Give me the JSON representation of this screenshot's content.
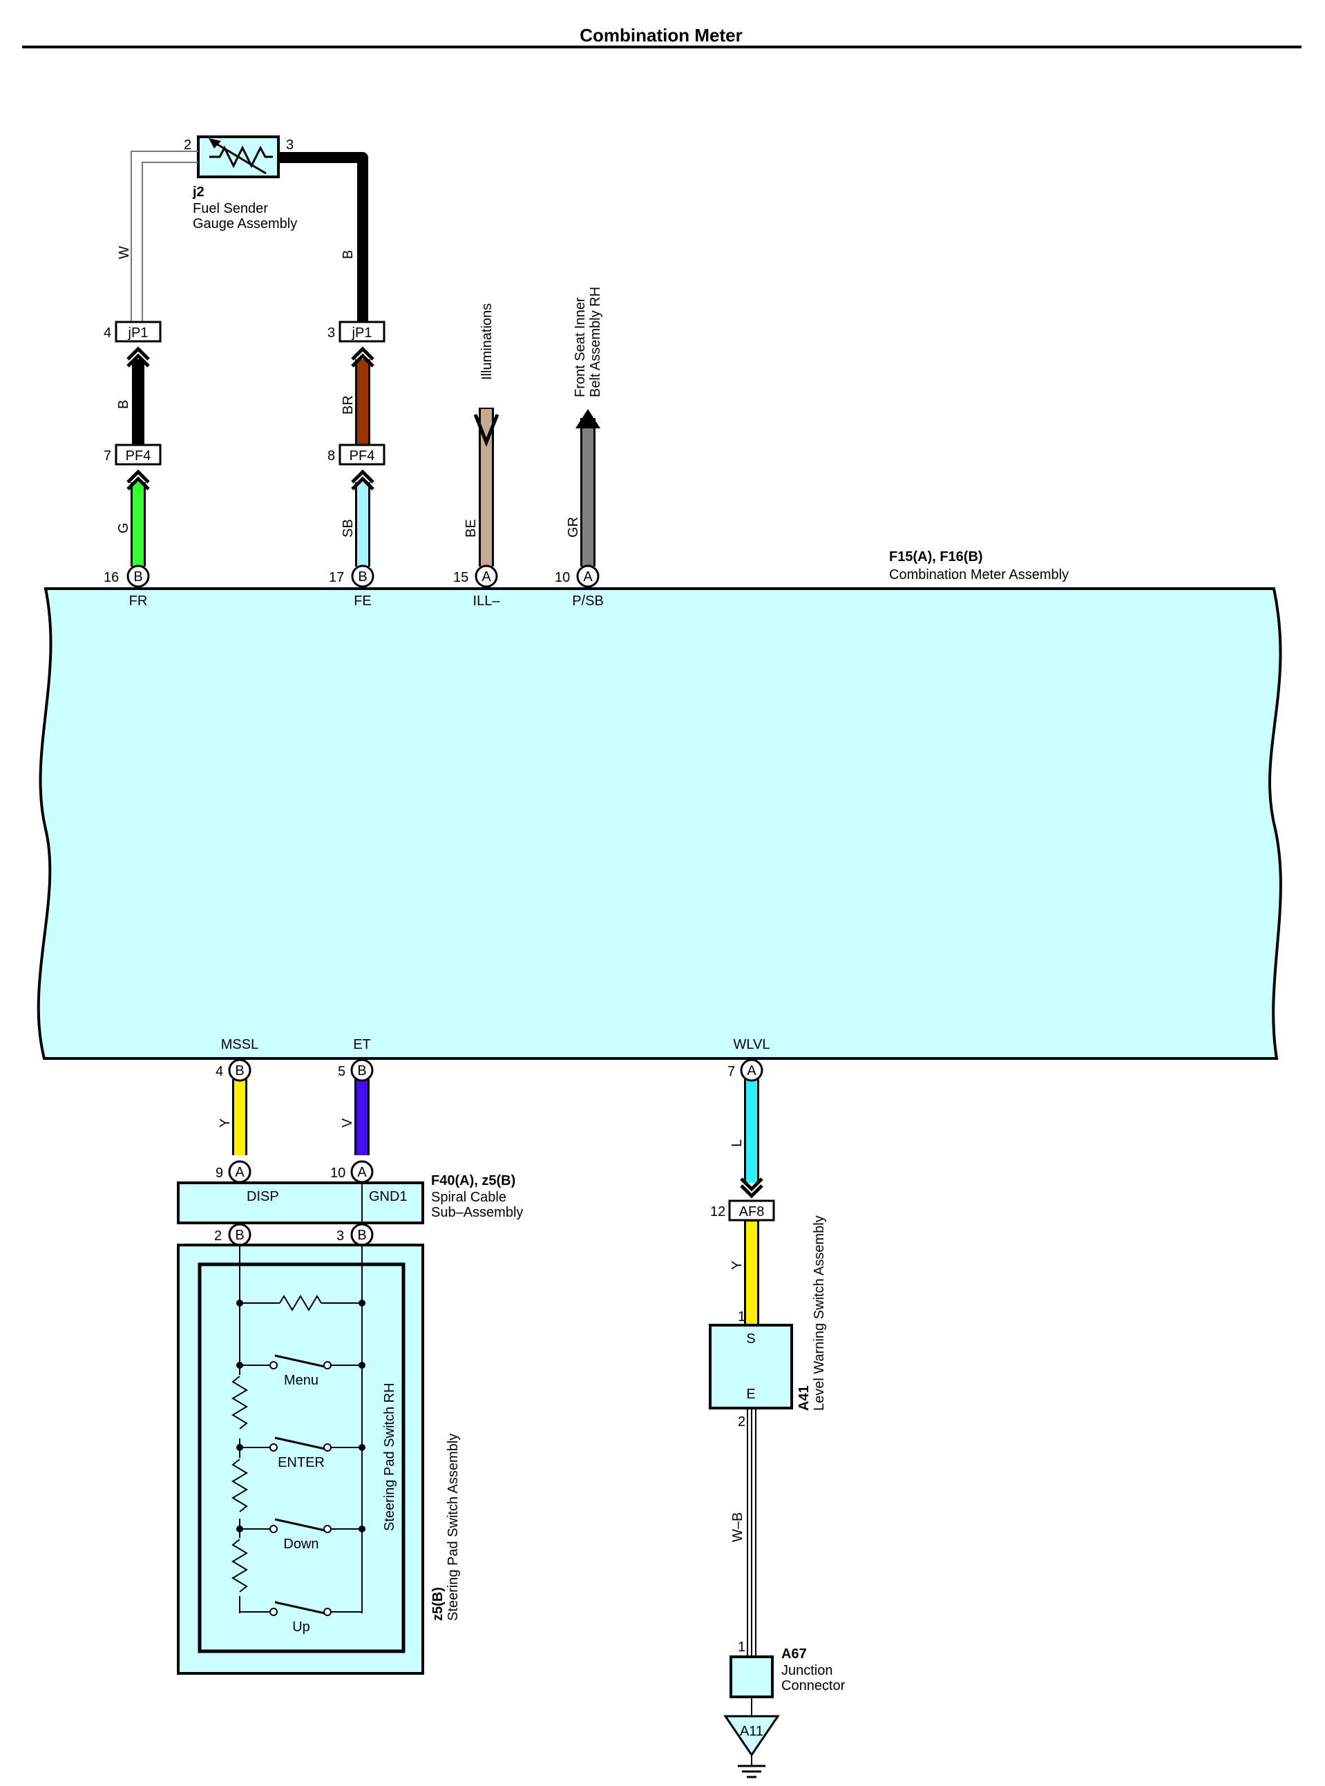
{
  "title": "Combination Meter",
  "meter": {
    "code": "F15(A), F16(B)",
    "name": "Combination Meter Assembly",
    "fill": "#ccffff",
    "terminals": {
      "fr": {
        "label": "FR",
        "pin": "16",
        "conn": "B"
      },
      "fe": {
        "label": "FE",
        "pin": "17",
        "conn": "B"
      },
      "ill": {
        "label": "ILL–",
        "pin": "15",
        "conn": "A"
      },
      "psb": {
        "label": "P/SB",
        "pin": "10",
        "conn": "A"
      },
      "mssl": {
        "label": "MSSL",
        "pin": "4",
        "conn": "B"
      },
      "et": {
        "label": "ET",
        "pin": "5",
        "conn": "B"
      },
      "wlvl": {
        "label": "WLVL",
        "pin": "7",
        "conn": "A"
      }
    }
  },
  "fuel_sender": {
    "code": "j2",
    "name_line1": "Fuel Sender",
    "name_line2": "Gauge Assembly",
    "pin_left": "2",
    "pin_right": "3"
  },
  "connectors": {
    "jp1": {
      "name": "jP1",
      "pin_left": "4",
      "pin_right": "3"
    },
    "pf4": {
      "name": "PF4",
      "pin_left": "7",
      "pin_right": "8"
    },
    "af8": {
      "name": "AF8",
      "pin": "12"
    }
  },
  "wires": {
    "w_upper_left": {
      "code": "W",
      "color": "#ffffff"
    },
    "b_upper_right": {
      "code": "B",
      "color": "#000000"
    },
    "b_mid_left": {
      "code": "B",
      "color": "#000000"
    },
    "br_mid_right": {
      "code": "BR",
      "color": "#993300"
    },
    "g": {
      "code": "G",
      "color": "#33ff33"
    },
    "sb": {
      "code": "SB",
      "color": "#aaf2ff"
    },
    "be": {
      "code": "BE",
      "color": "#c4a994"
    },
    "gr": {
      "code": "GR",
      "color": "#808080"
    },
    "y_mssl": {
      "code": "Y",
      "color": "#ffee00"
    },
    "v_et": {
      "code": "V",
      "color": "#4411ee"
    },
    "l_wlvl": {
      "code": "L",
      "color": "#33eeff"
    },
    "y_af8": {
      "code": "Y",
      "color": "#ffee00"
    },
    "wb": {
      "code": "W–B",
      "color": "#ffffff"
    }
  },
  "destinations": {
    "illuminations": "Illuminations",
    "belt_line1": "Front Seat Inner",
    "belt_line2": "Belt Assembly RH"
  },
  "spiral_cable": {
    "code": "F40(A), z5(B)",
    "name_line1": "Spiral Cable",
    "name_line2": "Sub–Assembly",
    "disp": "DISP",
    "gnd1": "GND1",
    "pin_a_left": "9",
    "pin_a_right": "10",
    "pin_b_left": "2",
    "pin_b_right": "3",
    "conn_a": "A",
    "conn_b": "B"
  },
  "steering_pad": {
    "code": "z5(B)",
    "name": "Steering Pad Switch Assembly",
    "inner_name": "Steering Pad Switch RH",
    "switches": [
      "Menu",
      "ENTER",
      "Down",
      "Up"
    ]
  },
  "level_switch": {
    "code": "A41",
    "name": "Level Warning Switch Assembly",
    "term_s": "S",
    "term_e": "E",
    "pin_s": "1",
    "pin_e": "2"
  },
  "junction": {
    "code": "A67",
    "name_line1": "Junction",
    "name_line2": "Connector",
    "pin": "1",
    "ground": "A11"
  }
}
